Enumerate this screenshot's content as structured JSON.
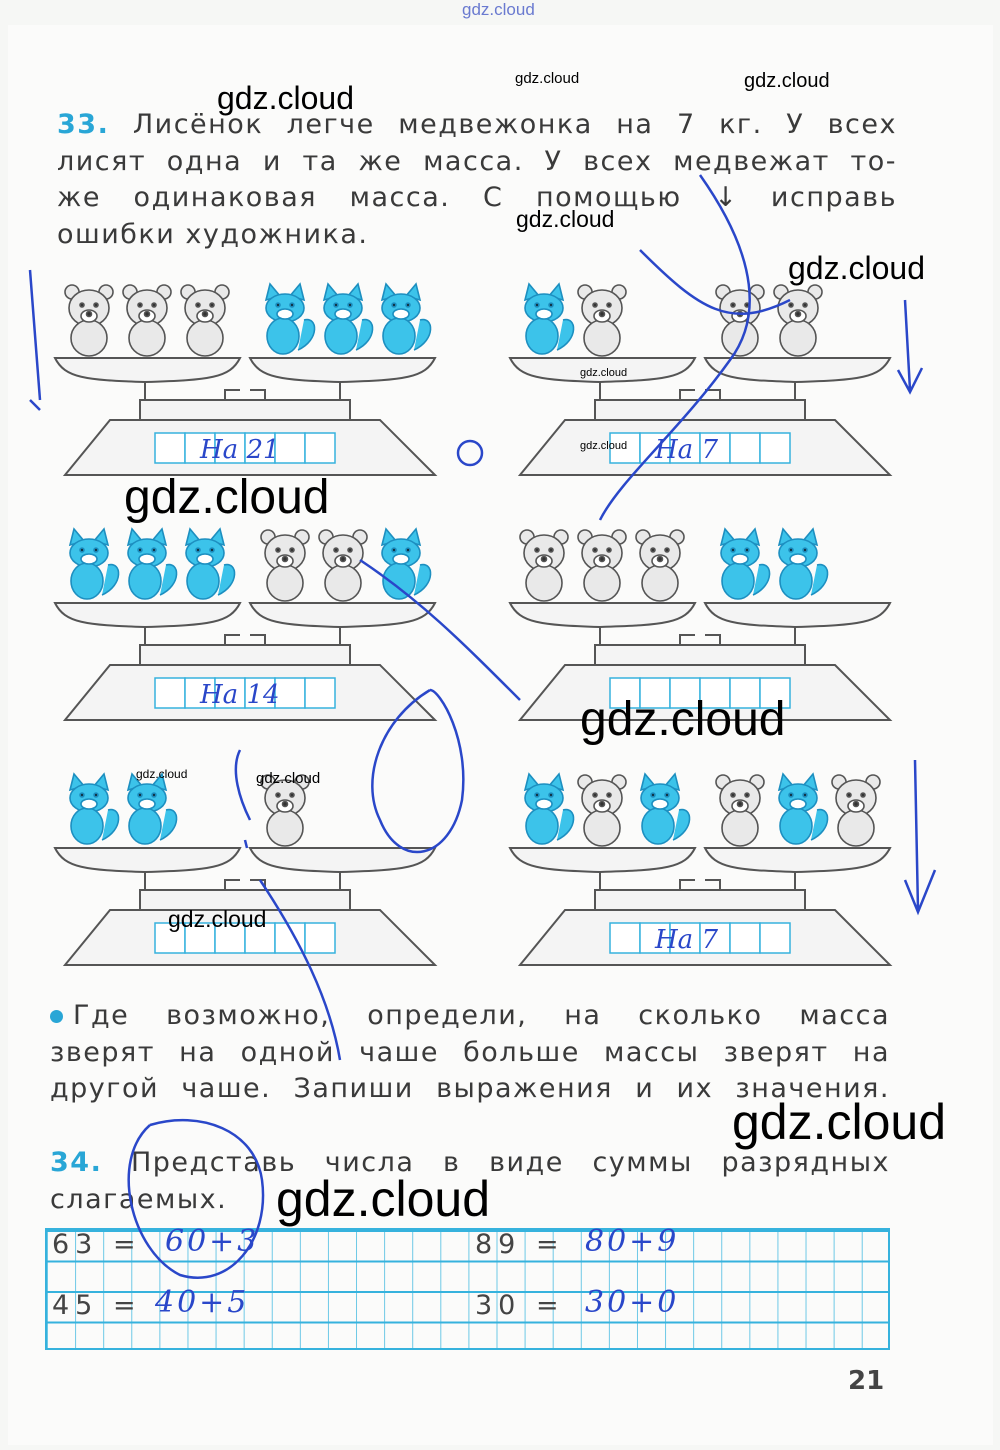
{
  "header_watermark": "gdz.cloud",
  "watermarks": [
    "gdz.cloud",
    "gdz.cloud",
    "gdz.cloud",
    "gdz.cloud",
    "gdz.cloud",
    "gdz.cloud",
    "gdz.cloud",
    "gdz.cloud",
    "gdz.cloud",
    "gdz.cloud",
    "gdz.cloud",
    "gdz.cloud",
    "gdz.cloud",
    "gdz.cloud"
  ],
  "task33": {
    "number": "33.",
    "lines": [
      "Лисёнок легче медвежонка на 7 кг. У всех",
      "лисят одна и та же масса. У всех медвежат то-",
      "же одинаковая масса. С помощью ↓ исправь",
      "ошибки художника."
    ]
  },
  "scales": [
    {
      "left": [
        "bear",
        "bear",
        "bear"
      ],
      "right": [
        "fox",
        "fox",
        "fox"
      ],
      "answer": "На 21"
    },
    {
      "left": [
        "fox",
        "bear"
      ],
      "right": [
        "bear",
        "bear"
      ],
      "answer": "На 7"
    },
    {
      "left": [
        "fox",
        "fox",
        "fox"
      ],
      "right": [
        "bear",
        "bear",
        "fox"
      ],
      "answer": "На 14"
    },
    {
      "left": [
        "bear",
        "bear",
        "bear"
      ],
      "right": [
        "fox",
        "fox"
      ],
      "answer": ""
    },
    {
      "left": [
        "fox",
        "fox"
      ],
      "right": [
        "bear"
      ],
      "answer": ""
    },
    {
      "left": [
        "fox",
        "bear",
        "fox"
      ],
      "right": [
        "bear",
        "fox",
        "bear"
      ],
      "answer": "На 7"
    }
  ],
  "bullet_task": {
    "lines": [
      "Где возможно, определи, на сколько масса",
      "зверят на одной чаше больше массы зверят на",
      "другой чаше. Запиши выражения и их значения."
    ]
  },
  "task34": {
    "number": "34.",
    "lines": [
      "Представь числа в виде суммы разрядных",
      "слагаемых."
    ],
    "items": [
      {
        "number": "63",
        "answer": "60+3"
      },
      {
        "number": "89",
        "answer": "80+9"
      },
      {
        "number": "45",
        "answer": "40+5"
      },
      {
        "number": "30",
        "answer": "30+0"
      }
    ]
  },
  "page_number": "21",
  "colors": {
    "accent": "#29a6d6",
    "pen": "#2a47c9",
    "fox": "#3cc3ea"
  }
}
